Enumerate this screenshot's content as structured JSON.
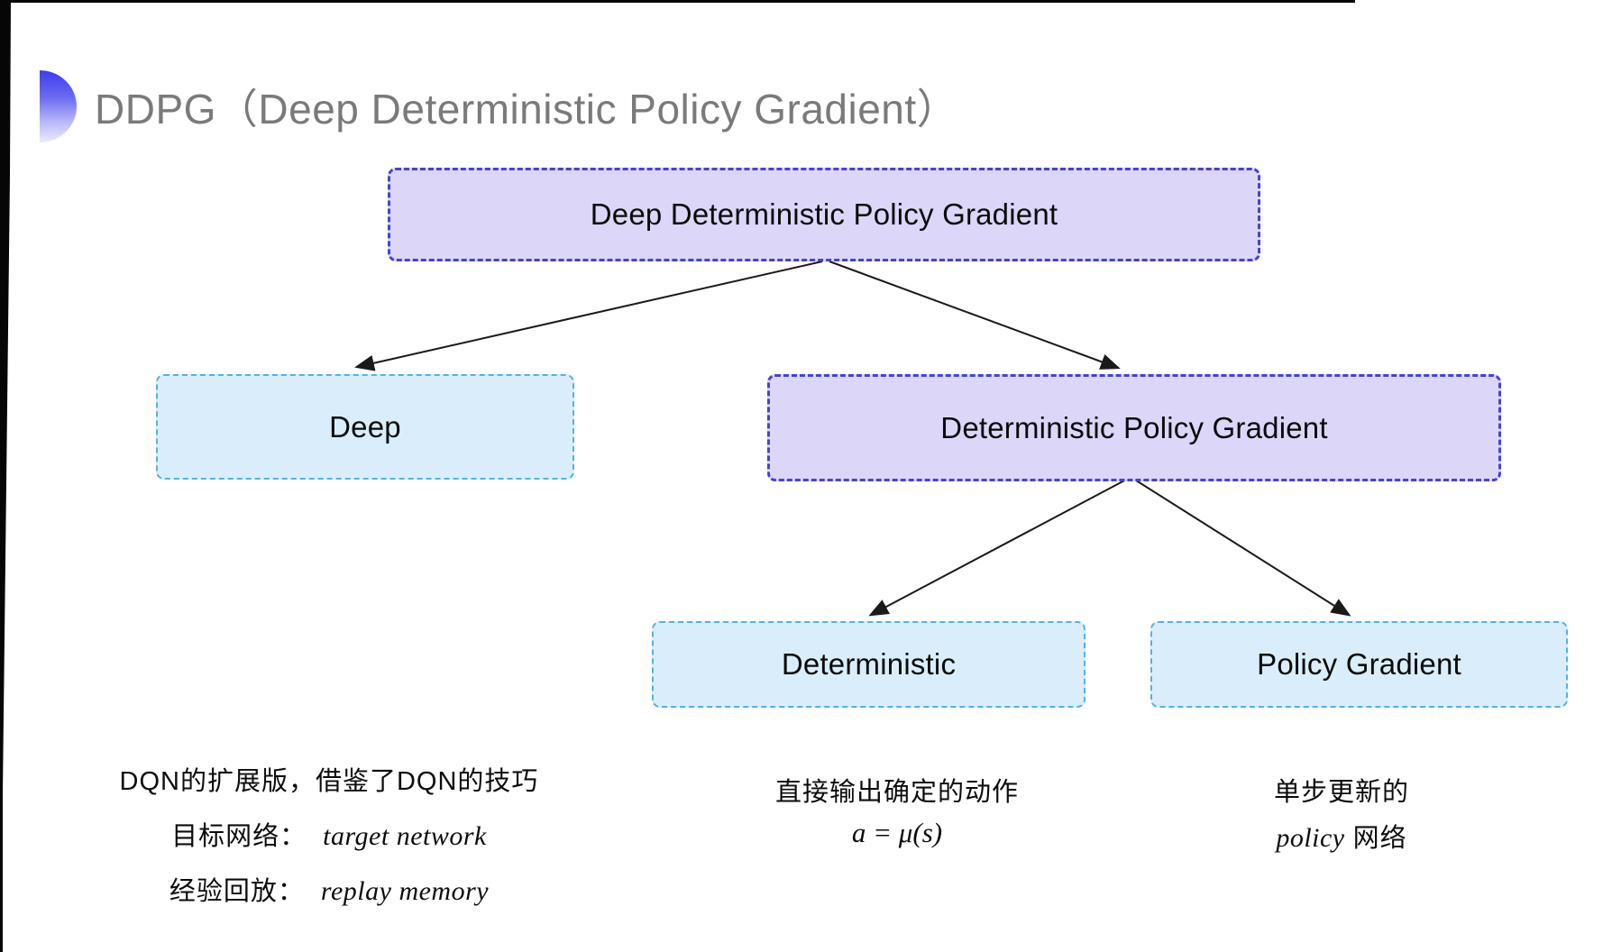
{
  "title": {
    "text": "DDPG（Deep Deterministic Policy Gradient）"
  },
  "colors": {
    "lavender": "#dcd7f8",
    "purple-border": "#4444d0",
    "cyan": "#d9eefa",
    "cyan-border": "#56b1e3",
    "title-gray": "#7a7a7a",
    "bullet-top": "#3d3deb",
    "arrow": "#1a1a1a"
  },
  "diagram": {
    "nodes": [
      {
        "id": "root",
        "label": "Deep Deterministic Policy Gradient",
        "variant": "purple"
      },
      {
        "id": "deep",
        "label": "Deep",
        "variant": "cyan",
        "parent": "root"
      },
      {
        "id": "dpg",
        "label": "Deterministic Policy Gradient",
        "variant": "purple",
        "parent": "root"
      },
      {
        "id": "deterministic",
        "label": "Deterministic",
        "variant": "cyan",
        "parent": "dpg"
      },
      {
        "id": "policy-gradient",
        "label": "Policy Gradient",
        "variant": "cyan",
        "parent": "dpg"
      }
    ]
  },
  "annotations": {
    "deep": {
      "line1": "DQN的扩展版，借鉴了DQN的技巧",
      "line2_label": "目标网络：",
      "line2_term": "target network",
      "line3_label": "经验回放：",
      "line3_term": "replay memory"
    },
    "deterministic": {
      "line1": "直接输出确定的动作",
      "formula": "a = μ(s)"
    },
    "policy_gradient": {
      "line1": "单步更新的",
      "term": "policy",
      "suffix": " 网络"
    }
  }
}
